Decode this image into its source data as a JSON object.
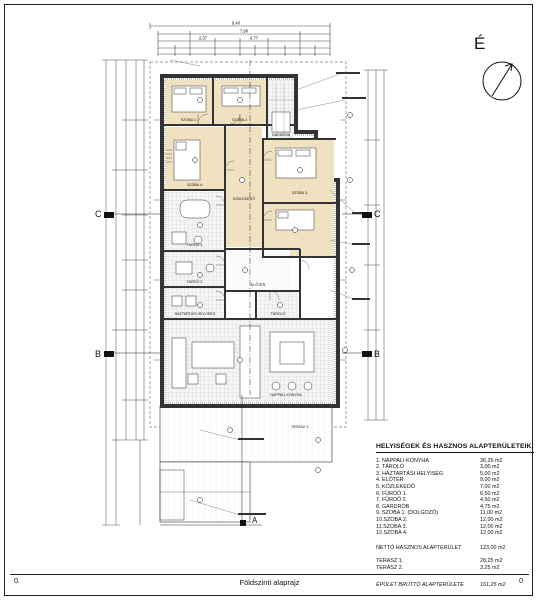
{
  "drawing": {
    "title": "Földszinti alaprajz",
    "scale_left": "0.",
    "scale_right": "0",
    "north_label": "É"
  },
  "sections": {
    "c_left": "C",
    "c_right": "C",
    "b_left": "B",
    "b_right": "B",
    "a_label": "A"
  },
  "dimensions_top": [
    "9,40",
    "7,90",
    "4,77",
    "2,37"
  ],
  "rooms_plan": [
    "SZOBA 1.",
    "SZOBA 2.",
    "SZOBA 3.",
    "SZOBA 4.",
    "NAPPALI-KONYHA",
    "TERASZ 1.",
    "FÜRDŐ 1.",
    "FÜRDŐ 2.",
    "GARDRÓB",
    "KÖZLEKEDŐ",
    "ELŐTÉR",
    "TÁROLÓ",
    "HÁZTARTÁSI HELYISÉG"
  ],
  "legend": {
    "title": "HELYISÉGEK ÉS HASZNOS ALAPTERÜLETEIK:",
    "rooms": [
      {
        "name": "1. NAPPALI-KONYHA",
        "area": "36,25 m2"
      },
      {
        "name": "2. TÁROLÓ",
        "area": "3,00 m2"
      },
      {
        "name": "3. HÁZTARTÁSI HELYISÉG",
        "area": "5,00 m2"
      },
      {
        "name": "4. ELŐTÉR",
        "area": "9,00 m2"
      },
      {
        "name": "5. KÖZLEKEDŐ",
        "area": "7,00 m2"
      },
      {
        "name": "6. FÜRDŐ 1.",
        "area": "6,50 m2"
      },
      {
        "name": "7. FÜRDŐ 2.",
        "area": "4,50 m2"
      },
      {
        "name": "8. GARDRÓB",
        "area": "4,75 m2"
      },
      {
        "name": "9. SZOBA 1. (DOLGOZÓ)",
        "area": "11,00 m2"
      },
      {
        "name": "10.SZOBA 2.",
        "area": "12,00 m2"
      },
      {
        "name": "11.SZOBA 3.",
        "area": "12,00 m2"
      },
      {
        "name": "12.SZOBA 4.",
        "area": "12,00 m2"
      }
    ],
    "net_label": "NETTÓ HASZNOS ALAPTERÜLET",
    "net_value": "123,00 m2",
    "terraces": [
      {
        "name": "TERASZ 1.",
        "area": "28,25 m2"
      },
      {
        "name": "TERASZ 2.",
        "area": "3,25 m2"
      }
    ],
    "gross_label": "ÉPÜLET BRUTTÓ ALAPTERÜLETE",
    "gross_value": "161,25 m2"
  }
}
